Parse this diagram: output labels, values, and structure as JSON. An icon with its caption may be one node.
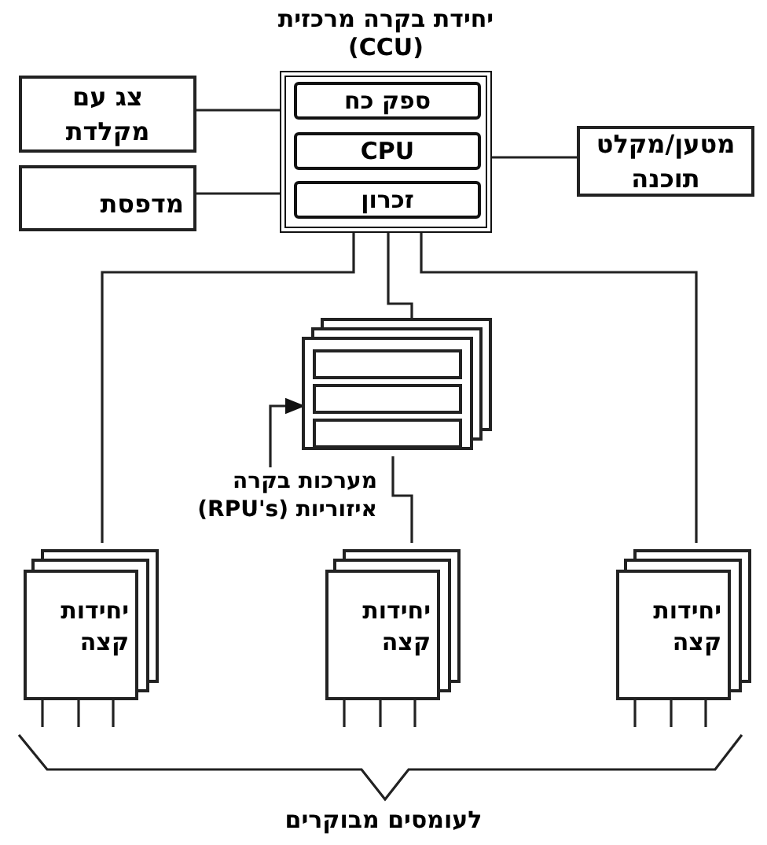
{
  "diagram": {
    "nodes": [
      {
        "text": [
          "יחידת בקרה מרכזית (CCU)"
        ]
      },
      {
        "text": [
          "ספק כח"
        ],
        "in": 0
      },
      {
        "text": [
          "CPU"
        ],
        "in": 0
      },
      {
        "text": [
          "זכרון"
        ],
        "in": 0
      },
      {
        "text": [
          "צג עם מקלדת"
        ]
      },
      {
        "text": [
          "מדפסת"
        ]
      },
      {
        "text": [
          "מטען/מקלט תוכנה"
        ]
      },
      {
        "text": [],
        "shape": "box"
      },
      {
        "text": [
          "מערכות בקרה איזוריות (RPU's)"
        ]
      },
      {
        "text": [
          "יחידות קצה"
        ]
      },
      {
        "text": [
          "יחידות קצה"
        ]
      },
      {
        "text": [
          "יחידות קצה"
        ]
      }
    ],
    "edges": [
      {
        "from": 4,
        "to": 0,
        "arrow": "none"
      },
      {
        "from": 5,
        "to": 0,
        "arrow": "none"
      },
      {
        "from": 0,
        "to": 6,
        "arrow": "none"
      },
      {
        "from": 0,
        "to": 9,
        "arrow": "none"
      },
      {
        "from": 0,
        "to": 7,
        "arrow": "none"
      },
      {
        "from": 0,
        "to": 11,
        "arrow": "none"
      },
      {
        "from": 7,
        "to": 10,
        "arrow": "none"
      },
      {
        "from": 8,
        "to": 7,
        "arrow": "to"
      }
    ],
    "labels": [
      "לעומסים מבוקרים"
    ]
  }
}
